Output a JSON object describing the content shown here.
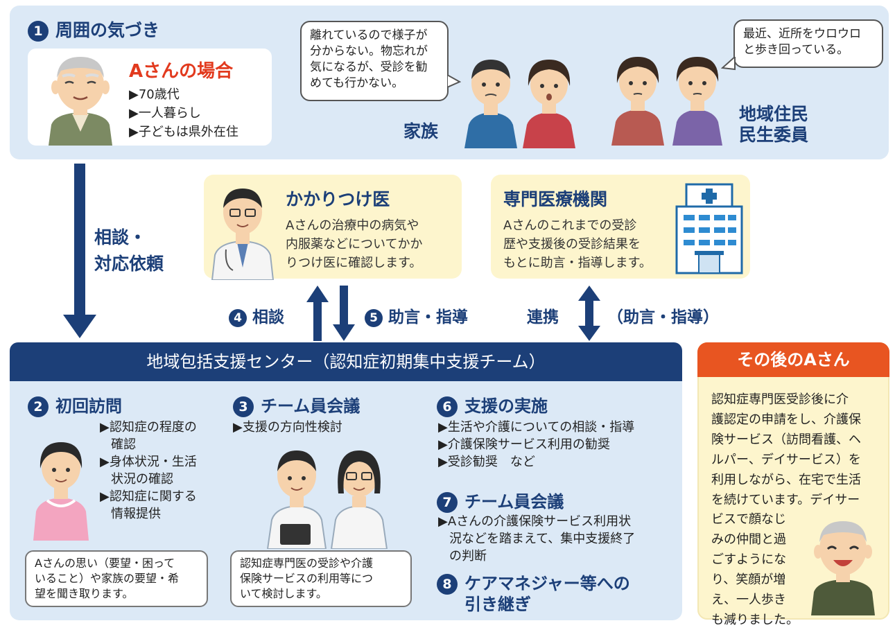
{
  "section1": {
    "number": "1",
    "title": "周囲の気づき",
    "profile": {
      "title": "Aさんの場合",
      "items": [
        "▶70歳代",
        "▶一人暮らし",
        "▶子どもは県外在住"
      ]
    },
    "family_bubble": [
      "離れているので様子が",
      "分からない。物忘れが",
      "気になるが、受診を勧",
      "めても行かない。"
    ],
    "family_label": "家族",
    "neighbor_bubble": [
      "最近、近所をウロウロ",
      "と歩き回っている。"
    ],
    "residents_label": [
      "地域住民",
      "民生委員"
    ]
  },
  "consult_label": [
    "相談・",
    "対応依頼"
  ],
  "doctor_card": {
    "title": "かかりつけ医",
    "lines": [
      "Aさんの治療中の病気や",
      "内服薬などについてかか",
      "りつけ医に確認します。"
    ]
  },
  "hospital_card": {
    "title": "専門医療機関",
    "lines": [
      "Aさんのこれまでの受診",
      "歴や支援後の受診結果を",
      "もとに助言・指導します。"
    ]
  },
  "arrows": {
    "step4_num": "4",
    "step4": "相談",
    "step5_num": "5",
    "step5": "助言・指導",
    "link": "連携",
    "link_paren": "（助言・指導）"
  },
  "center": {
    "title": "地域包括支援センター（認知症初期集中支援チーム）",
    "step2": {
      "num": "2",
      "title": "初回訪問",
      "items": [
        "▶認知症の程度の",
        "確認",
        "▶身体状況・生活",
        "状況の確認",
        "▶認知症に関する",
        "情報提供"
      ],
      "note": [
        "Aさんの思い（要望・困って",
        "いること）や家族の要望・希",
        "望を聞き取ります。"
      ]
    },
    "step3": {
      "num": "3",
      "title": "チーム員会議",
      "items": [
        "▶支援の方向性検討"
      ],
      "note": [
        "認知症専門医の受診や介護",
        "保険サービスの利用等につ",
        "いて検討します。"
      ]
    },
    "step6": {
      "num": "6",
      "title": "支援の実施",
      "items": [
        "▶生活や介護についての相談・指導",
        "▶介護保険サービス利用の勧奨",
        "▶受診勧奨　など"
      ]
    },
    "step7": {
      "num": "7",
      "title": "チーム員会議",
      "items": [
        "▶Aさんの介護保険サービス利用状",
        "況などを踏まえて、集中支援終了",
        "の判断"
      ]
    },
    "step8": {
      "num": "8",
      "title": [
        "ケアマネジャー等への",
        "引き継ぎ"
      ]
    }
  },
  "after": {
    "title": "その後のAさん",
    "lines": [
      "認知症専門医受診後に介",
      "護認定の申請をし、介護保",
      "険サービス（訪問看護、ヘ",
      "ルパー、デイサービス）を",
      "利用しながら、在宅で生活",
      "を続けています。デイサー"
    ],
    "lines2": [
      "ビスで顔なじ",
      "みの仲間と過",
      "ごすようにな",
      "り、笑顔が増",
      "え、一人歩き",
      "も減りました。"
    ]
  },
  "colors": {
    "navy": "#1c3f78",
    "light_blue": "#dce9f6",
    "cream": "#fdf5cd",
    "orange": "#e85521",
    "red_title": "#e23a1e"
  }
}
